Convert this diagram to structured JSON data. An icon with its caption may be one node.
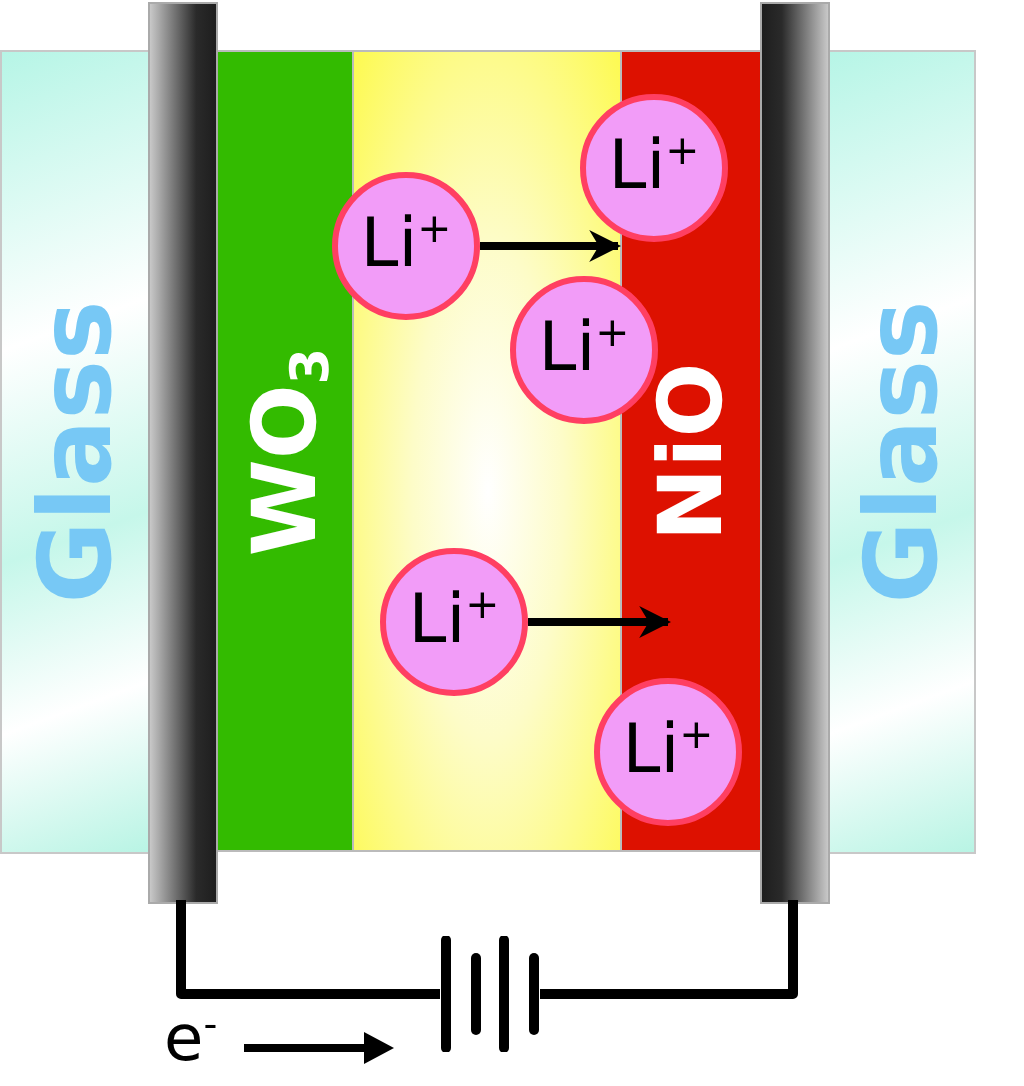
{
  "diagram": {
    "nodes": [
      {
        "text": [
          "Glass"
        ]
      },
      {
        "text": [],
        "shape": "bar"
      },
      {
        "text": [
          "WO$_{3}$"
        ]
      },
      {
        "text": [],
        "shape": "box"
      },
      {
        "text": [
          "NiO"
        ]
      },
      {
        "text": [],
        "shape": "bar"
      },
      {
        "text": [
          "Glass"
        ]
      },
      {
        "text": [
          "Li$^{+}$"
        ]
      },
      {
        "text": [
          "Li$^{+}$"
        ]
      },
      {
        "text": [
          "Li$^{+}$"
        ]
      },
      {
        "text": [
          "Li$^{+}$"
        ],
        "in": 3
      },
      {
        "text": [
          "Li$^{+}$"
        ]
      },
      {
        "text": [],
        "shape": "battery"
      }
    ],
    "edges": [
      {
        "from": 8,
        "to": 4,
        "arrow": "to"
      },
      {
        "from": 10,
        "to": 4,
        "arrow": "to"
      },
      {
        "from": 1,
        "to": 12,
        "arrow": "none"
      },
      {
        "from": 12,
        "to": 5,
        "arrow": "none"
      }
    ],
    "labels": [
      "e$^{-}$"
    ]
  }
}
